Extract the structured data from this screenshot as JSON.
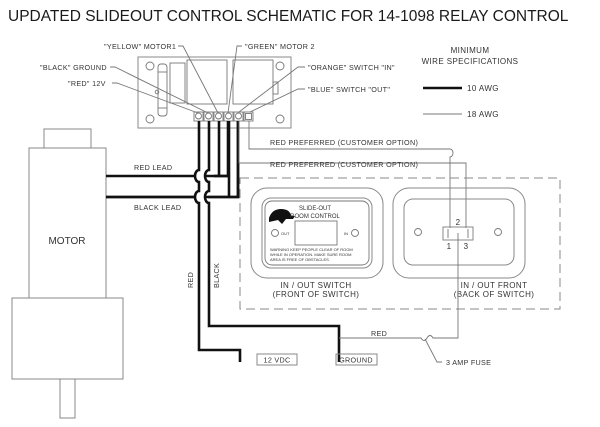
{
  "title": "UPDATED SLIDEOUT CONTROL SCHEMATIC FOR 14-1098 RELAY CONTROL",
  "relay_board": {
    "callouts": {
      "yellow_motor1": "\"YELLOW\" MOTOR1",
      "green_motor2": "\"GREEN\" MOTOR 2",
      "black_ground": "\"BLACK\" GROUND",
      "red_12v": "\"RED\" 12V",
      "orange_switch_in": "\"ORANGE\" SWITCH \"IN\"",
      "blue_switch_out": "\"BLUE\" SWITCH \"OUT\""
    }
  },
  "legend": {
    "heading_line1": "MINIMUM",
    "heading_line2": "WIRE SPECIFICATIONS",
    "items": [
      {
        "label": "10 AWG",
        "style": "thick"
      },
      {
        "label": "18 AWG",
        "style": "thin"
      }
    ]
  },
  "motor": {
    "label": "MOTOR",
    "red_lead": "RED LEAD",
    "black_lead": "BLACK LEAD"
  },
  "wires": {
    "red_preferred_1": "RED PREFERRED (CUSTOMER OPTION)",
    "red_preferred_2": "RED PREFERRED (CUSTOMER OPTION)",
    "red_vertical": "RED",
    "black_vertical": "BLACK",
    "red_bottom": "RED"
  },
  "front_switch": {
    "plate_title_line1": "SLIDE-OUT",
    "plate_title_line2": "ROOM CONTROL",
    "out_label": "OUT",
    "in_label": "IN",
    "warning_line1": "WARNING KEEP PEOPLE CLEAR OF ROOM",
    "warning_line2": "WHILE IN OPERATION. MAKE SURE ROOM",
    "warning_line3": "AREA IS FREE OF OBSTACLES",
    "caption_line1": "IN / OUT SWITCH",
    "caption_line2": "(FRONT OF SWITCH)"
  },
  "back_switch": {
    "terminal_1": "1",
    "terminal_2": "2",
    "terminal_3": "3",
    "caption_line1": "IN / OUT FRONT",
    "caption_line2": "(BACK OF SWITCH)"
  },
  "terminals": {
    "vdc": "12 VDC",
    "ground": "GROUND"
  },
  "fuse": {
    "label": "3 AMP FUSE"
  }
}
